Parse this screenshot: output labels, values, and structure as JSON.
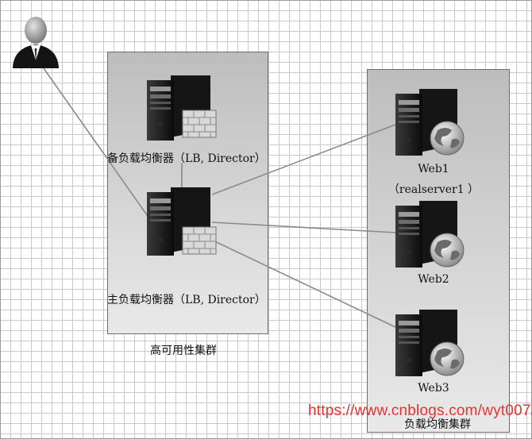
{
  "clusters": {
    "ha": {
      "label": "高可用性集群"
    },
    "lb": {
      "label": "负载均衡集群"
    }
  },
  "nodes": {
    "backup_director": {
      "label": "备负载均衡器（LB, Director）"
    },
    "main_director": {
      "label": "主负载均衡器（LB, Director）"
    },
    "web1": {
      "label": "Web1",
      "sublabel": "（realserver1 ）"
    },
    "web2": {
      "label": "Web2"
    },
    "web3": {
      "label": "Web3"
    }
  },
  "icons": [
    "user-icon",
    "server-icon",
    "firewall-icon",
    "globe-icon"
  ],
  "watermark": "https://www.cnblogs.com/wyt007/",
  "colors": {
    "grid": "#c9c9c9",
    "cluster_fill": "#d0d0d0",
    "link": "#888888",
    "watermark": "#e8322e"
  }
}
